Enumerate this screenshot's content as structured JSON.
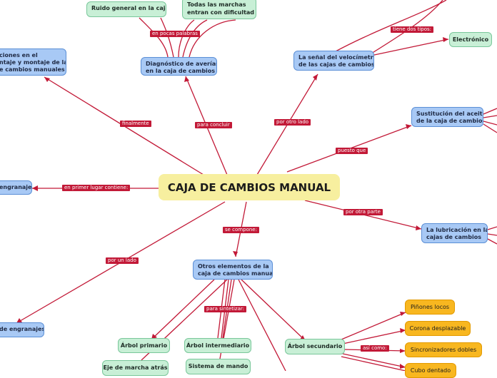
{
  "root": "CAJA DE CAMBIOS MANUAL",
  "colors": {
    "link": "#c21937",
    "topic": "#a8c9f5",
    "leaf": "#c8efd6",
    "detail": "#f8b720",
    "root": "#f7ef9f"
  },
  "nodes": {
    "ruido": "Ruido general en la caja",
    "todas_marchas_1": "Todas las marchas",
    "todas_marchas_2": "entran con dificultad",
    "electronico": "Electrónico",
    "reparaciones_1": "ciones en el",
    "reparaciones_2": "ntaje y montaje de las",
    "reparaciones_3": "e cambios manuales",
    "diagnostico_1": "Diagnóstico de averías",
    "diagnostico_2": "en la caja de cambios",
    "senal_1": "La señal del velocímetro",
    "senal_2": "de las cajas de cambios",
    "sustitucion_1": "Sustitución del aceite",
    "sustitucion_2": "de la caja de cambios",
    "engranajes_left": "engranajes",
    "lubricacion_1": "La lubricación en las",
    "lubricacion_2": "cajas de cambios",
    "otros_1": "Otros elementos de la",
    "otros_2": "caja de cambios manual",
    "tipos_engranajes": "de engranajes",
    "arbol_primario": "Árbol primario",
    "arbol_intermediario": "Árbol intermediario",
    "arbol_secundario": "Árbol secundario",
    "eje_marcha_atras": "Eje de marcha atrás",
    "sistema_mando": "Sistema de mando",
    "pinones_locos": "Piñones locos",
    "corona_desplazable": "Corona desplazable",
    "sincronizadores": "Sincronizadores dobles",
    "cubo_dentado": "Cubo dentado"
  },
  "labels": {
    "en_pocas_palabras": "en pocas palabras",
    "tiene_dos_tipos": "tiene dos tipos:",
    "finalmente": "finalmente",
    "para_concluir": "para concluir",
    "por_otro_lado": "por otro lado",
    "puesto_que": "puesto que",
    "en_primer_lugar": "en primer lugar contiene:",
    "por_otra_parte": "por otra parte",
    "se_compone": "se compone:",
    "por_un_lado": "por un lado",
    "para_sintetizar": "para sintetizar:",
    "asi_como": "así como:"
  }
}
